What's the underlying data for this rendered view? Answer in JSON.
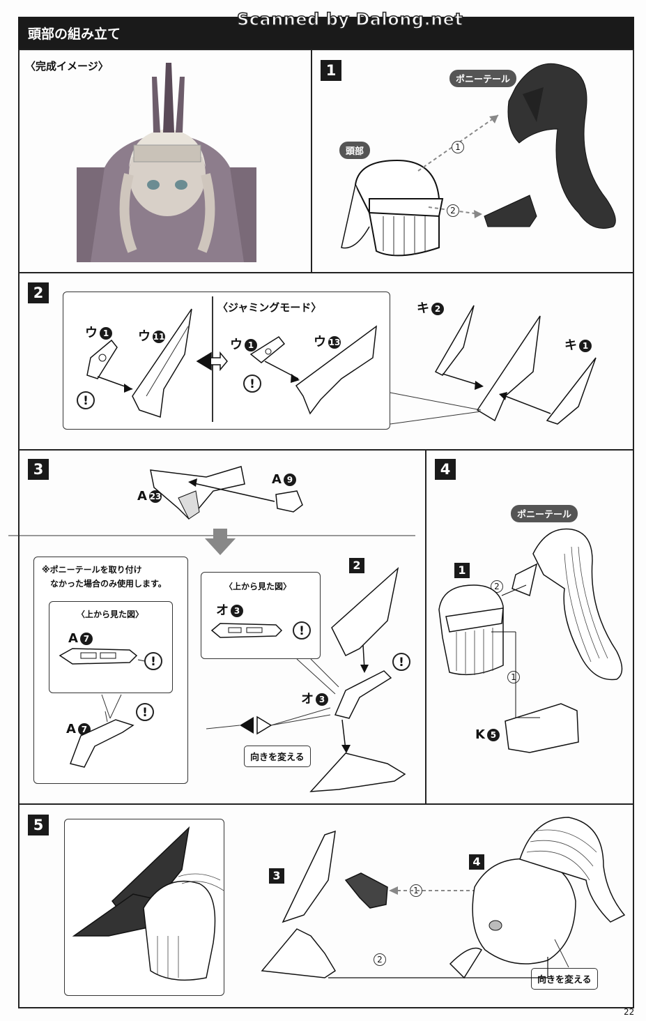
{
  "header": {
    "title": "頭部の組み立て",
    "watermark": "Scanned by Dalong.net"
  },
  "panel_complete": {
    "label": "〈完成イメージ〉"
  },
  "step1": {
    "number": "1",
    "ponytail_label": "ポニーテール",
    "head_label": "頭部",
    "arrow1": "1",
    "arrow2": "2"
  },
  "step2": {
    "number": "2",
    "jamming_label": "〈ジャミングモード〉",
    "u1_part": "ウ",
    "u1_num": "1",
    "u11_part": "ウ",
    "u11_num": "11",
    "u1b_part": "ウ",
    "u1b_num": "1",
    "u13_part": "ウ",
    "u13_num": "13",
    "ki2_part": "キ",
    "ki2_num": "2",
    "ki1_part": "キ",
    "ki1_num": "1",
    "excl": "!"
  },
  "step3": {
    "number": "3",
    "a23_part": "A",
    "a23_num": "23",
    "a9_part": "A",
    "a9_num": "9",
    "note_line1": "※ポニーテールを取り付け",
    "note_line2": "なかった場合のみ使用します。",
    "top_view_left": "〈上から見た図〉",
    "top_view_right": "〈上から見た図〉",
    "a7_part_top": "A",
    "a7_num_top": "7",
    "a7_part_bottom": "A",
    "a7_num_bottom": "7",
    "o3_part_top": "オ",
    "o3_num_top": "3",
    "o3_part_mid": "オ",
    "o3_num_mid": "3",
    "step2_ref": "2",
    "change_direction": "向きを変える",
    "excl": "!"
  },
  "step4": {
    "number": "4",
    "ponytail_label": "ポニーテール",
    "sub1": "1",
    "arrow1": "1",
    "arrow2": "2",
    "k5_part": "K",
    "k5_num": "5"
  },
  "step5": {
    "number": "5",
    "sub3": "3",
    "sub4": "4",
    "arrow1": "1",
    "arrow2": "2",
    "change_direction": "向きを変える"
  },
  "page_number": "22"
}
